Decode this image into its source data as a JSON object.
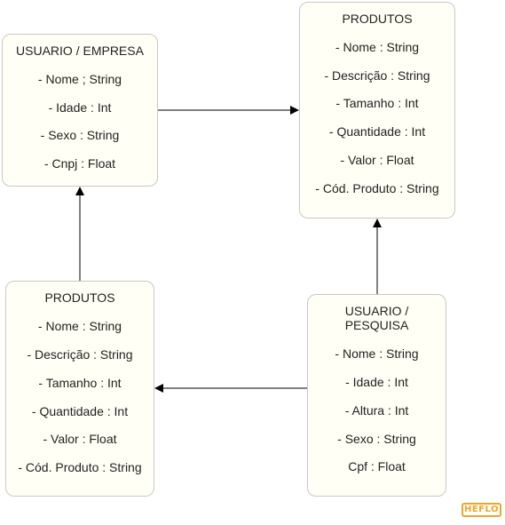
{
  "entities": {
    "usuario_empresa": {
      "title": "USUARIO / EMPRESA",
      "fields": [
        "- Nome ; String",
        "- Idade : Int",
        "- Sexo : String",
        "- Cnpj : Float"
      ]
    },
    "produtos_top": {
      "title": "PRODUTOS",
      "fields": [
        "- Nome :  String",
        "- Descrição : String",
        "- Tamanho : Int",
        "- Quantidade :  Int",
        "- Valor : Float",
        "- Cód. Produto : String"
      ]
    },
    "produtos_bottom": {
      "title": "PRODUTOS",
      "fields": [
        "- Nome :  String",
        "- Descrição : String",
        "- Tamanho : Int",
        "- Quantidade :  Int",
        "- Valor : Float",
        "- Cód. Produto : String"
      ]
    },
    "usuario_pesquisa": {
      "title_line1": "USUARIO /",
      "title_line2": "PESQUISA",
      "fields": [
        "- Nome : String",
        "- Idade : Int",
        "- Altura : Int",
        "- Sexo : String",
        "Cpf : Float"
      ]
    }
  },
  "watermark": {
    "text": "HEFLO",
    "color": "#f0a52a"
  }
}
